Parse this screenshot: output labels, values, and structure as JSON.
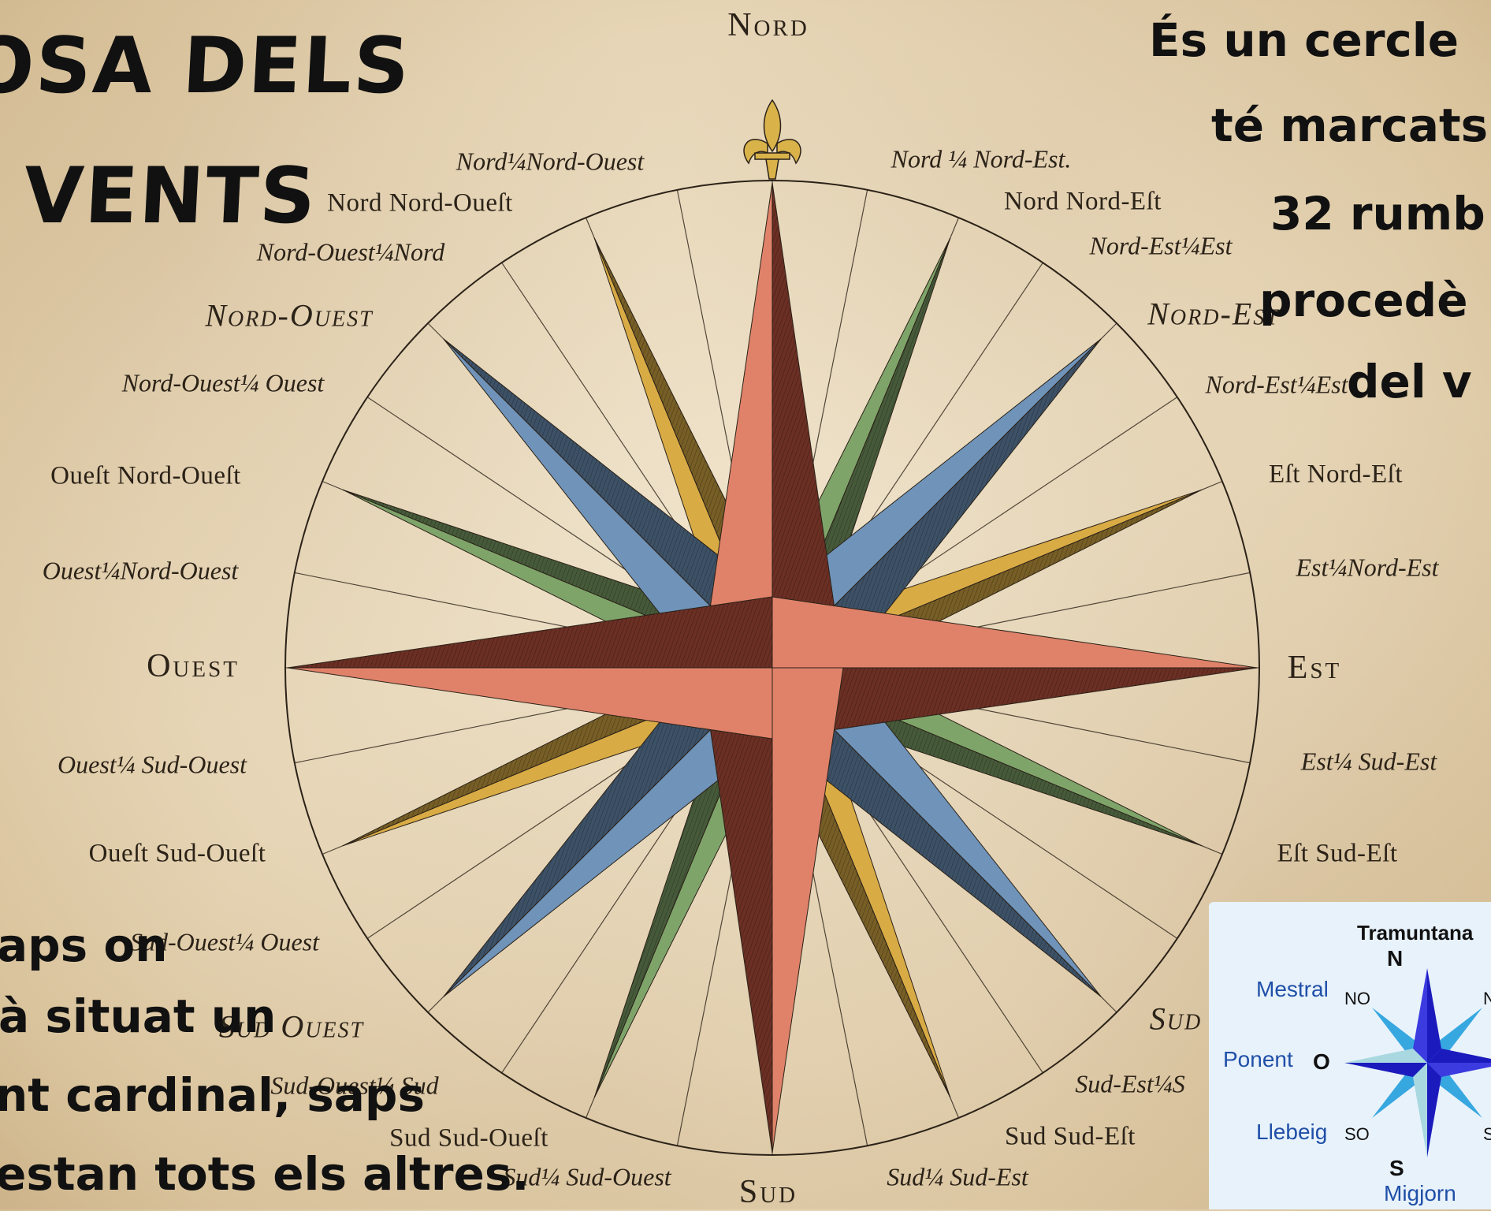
{
  "title": {
    "line1": "OSA DELS",
    "line2": "VENTS"
  },
  "text_top_right": {
    "lines": [
      "És un cercle",
      "té marcats",
      "32 rumb",
      "procedè",
      "del v"
    ]
  },
  "text_bottom_left": {
    "lines": [
      "aps on",
      "à situat un",
      "nt cardinal, saps",
      "estan tots els altres."
    ]
  },
  "compass_labels": {
    "north": "Nord",
    "south": "Sud",
    "east": "Est",
    "west": "Ouest",
    "nw": "Nord-Ouest",
    "ne": "Nord-Est",
    "sw": "Sud Ouest",
    "se": "Sud",
    "n_q_nw": "Nord¼Nord-Ouest",
    "n_q_ne": "Nord ¼ Nord-Est.",
    "nnw": "Nord Nord-Oueſt",
    "nne": "Nord Nord-Eſt",
    "nw_q_n": "Nord-Ouest¼Nord",
    "ne_q_e": "Nord-Est¼Est",
    "nw_q_w": "Nord-Ouest¼ Ouest",
    "ne_q_e2": "Nord-Est¼Est",
    "wnw": "Oueſt Nord-Oueſt",
    "ene": "Eſt Nord-Eſt",
    "w_q_nw": "Ouest¼Nord-Ouest",
    "e_q_ne": "Est¼Nord-Est",
    "w_q_sw": "Ouest¼ Sud-Ouest",
    "e_q_se": "Est¼ Sud-Est",
    "wsw": "Oueſt Sud-Oueſt",
    "ese": "Eſt Sud-Eſt",
    "sw_q_w": "Sud-Ouest¼ Ouest",
    "sw_q_s": "Sud-Ouest¼ Sud",
    "se_q_s": "Sud-Est¼S",
    "ssw": "Sud Sud-Oueſt",
    "sse": "Sud Sud-Eſt",
    "s_q_sw": "Sud¼ Sud-Ouest",
    "s_q_se": "Sud¼ Sud-Est"
  },
  "inset": {
    "tramuntana": "Tramuntana",
    "n": "N",
    "s": "S",
    "o": "O",
    "no": "NO",
    "so": "SO",
    "ne_partial": "N",
    "se_partial": "S",
    "mestral": "Mestral",
    "ponent": "Ponent",
    "llebeig": "Llebeig",
    "migjorn": "Migjorn"
  },
  "colors": {
    "red": "#e0826a",
    "red_dark": "#5a2a20",
    "blue": "#6f93b9",
    "green": "#7fa46a",
    "yellow": "#d9ab45",
    "ink": "#2b2218",
    "inset_blue": "#1f4fa8"
  }
}
